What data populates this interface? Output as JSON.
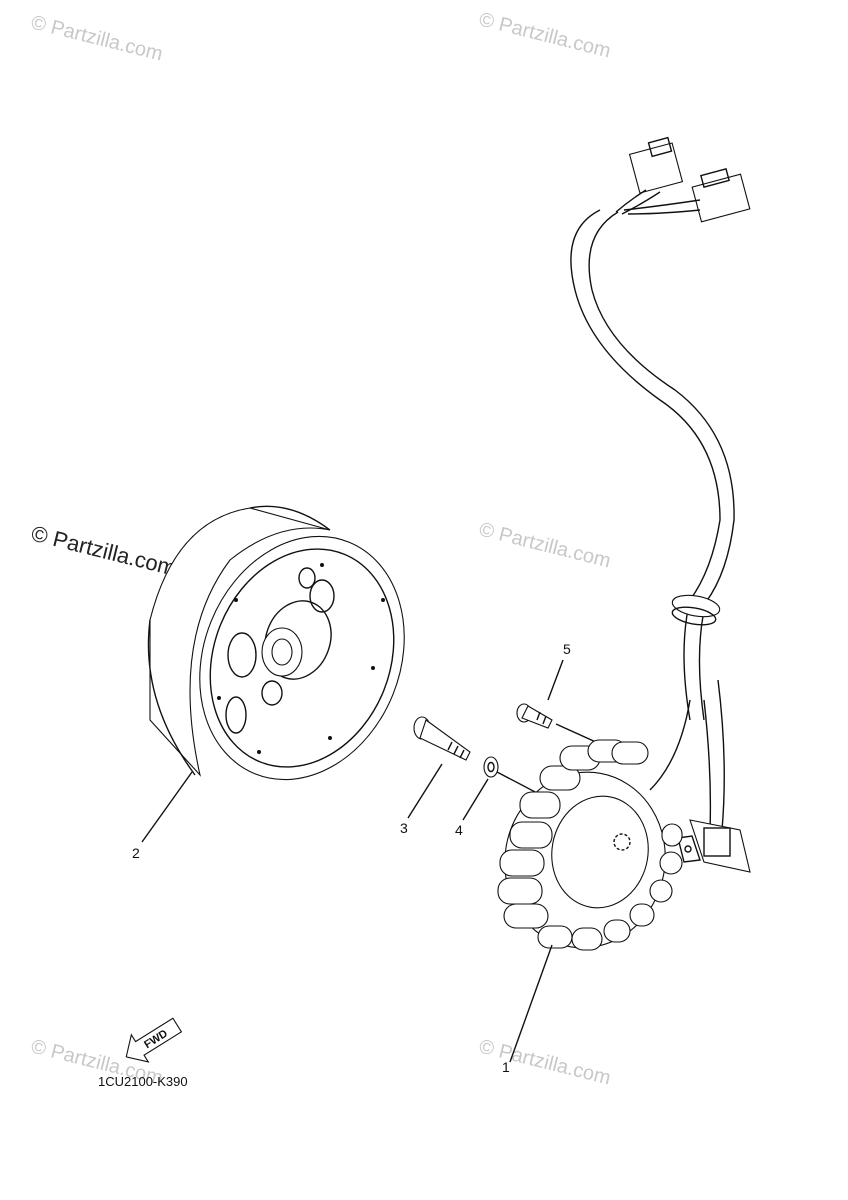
{
  "watermarks": {
    "faint": "© Partzilla.com",
    "strong": "© Partzilla.com"
  },
  "callouts": {
    "stator": "1",
    "rotor": "2",
    "bolt": "3",
    "washer": "4",
    "screw": "5"
  },
  "fwd_label": "FWD",
  "diagram_code": "1CU2100-K390"
}
